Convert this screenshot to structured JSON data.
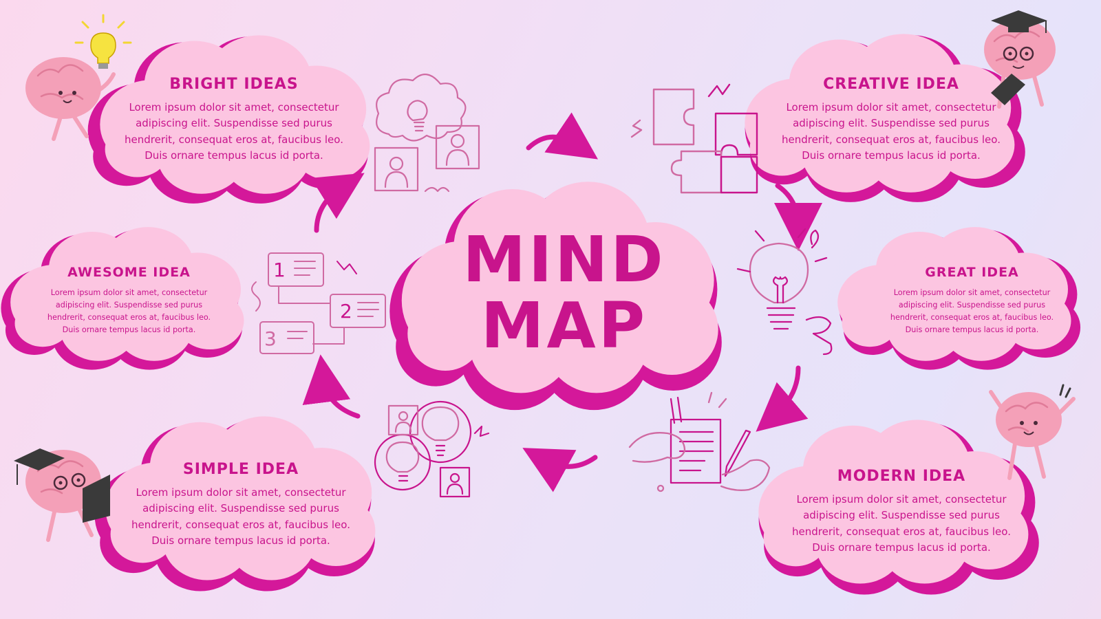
{
  "center": {
    "line1": "MIND",
    "line2": "MAP"
  },
  "clouds": [
    {
      "id": "bright",
      "title": "BRIGHT IDEAS",
      "body": "Lorem ipsum dolor sit amet, consectetur adipiscing elit. Suspendisse sed purus hendrerit, consequat eros at, faucibus leo. Duis ornare tempus lacus id porta."
    },
    {
      "id": "creative",
      "title": "CREATIVE IDEA",
      "body": "Lorem ipsum dolor sit amet, consectetur adipiscing elit. Suspendisse sed purus hendrerit, consequat eros at, faucibus leo. Duis ornare tempus lacus id porta."
    },
    {
      "id": "awesome",
      "title": "AWESOME IDEA",
      "body": "Lorem ipsum dolor sit amet, consectetur adipiscing elit. Suspendisse sed purus hendrerit, consequat eros at, faucibus leo. Duis ornare tempus lacus id porta."
    },
    {
      "id": "great",
      "title": "GREAT IDEA",
      "body": "Lorem ipsum dolor sit amet, consectetur adipiscing elit. Suspendisse sed purus hendrerit, consequat eros at, faucibus leo. Duis ornare tempus lacus id porta."
    },
    {
      "id": "simple",
      "title": "SIMPLE IDEA",
      "body": "Lorem ipsum dolor sit amet, consectetur adipiscing elit. Suspendisse sed purus hendrerit, consequat eros at, faucibus leo. Duis ornare tempus lacus id porta."
    },
    {
      "id": "modern",
      "title": "MODERN IDEA",
      "body": "Lorem ipsum dolor sit amet, consectetur adipiscing elit. Suspendisse sed purus hendrerit, consequat eros at, faucibus leo. Duis ornare tempus lacus id porta."
    }
  ],
  "steps": {
    "one": "1",
    "two": "2",
    "three": "3"
  },
  "colors": {
    "accent": "#c8148c",
    "cloud_fill": "#fcc5e1",
    "cloud_back": "#d4189a",
    "line_art": "#d06aa2",
    "brain": "#f4a0b8"
  }
}
